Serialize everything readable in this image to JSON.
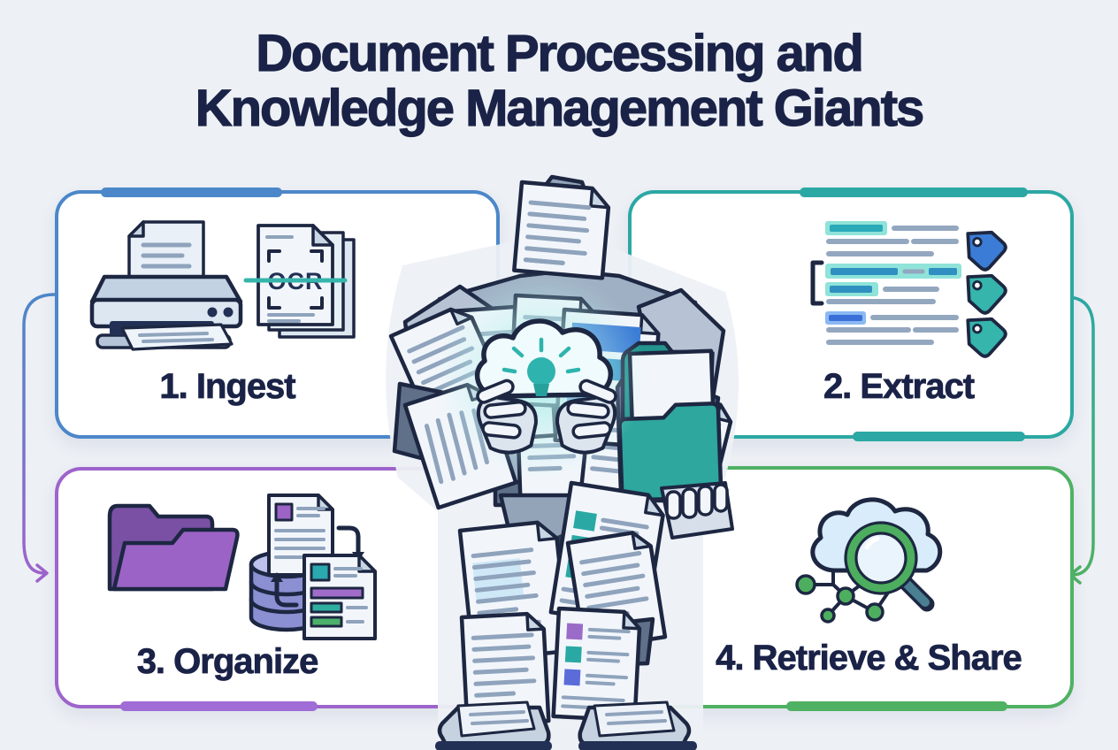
{
  "title": {
    "line1": "Document Processing and",
    "line2": "Knowledge Management Giants"
  },
  "panels": [
    {
      "label": "1. Ingest",
      "accent_color": "#4c87c9",
      "icons": [
        "printer-scanner-icon",
        "ocr-document-stack-icon"
      ],
      "ocr_text": "OCR"
    },
    {
      "label": "2. Extract",
      "accent_color": "#2ba8a3",
      "icons": [
        "highlighted-text-lines-icon",
        "tag-icon-blue",
        "tag-icon-teal",
        "tag-icon-teal"
      ]
    },
    {
      "label": "3. Organize",
      "accent_color": "#9d64cb",
      "icons": [
        "folder-icon",
        "database-icon",
        "document-sync-icon"
      ]
    },
    {
      "label": "4. Retrieve & Share",
      "accent_color": "#4fb163",
      "icons": [
        "cloud-icon",
        "magnifier-icon",
        "network-nodes-icon"
      ]
    }
  ],
  "connectors": [
    {
      "from": "1. Ingest",
      "to": "3. Organize",
      "colors": [
        "#4c87c9",
        "#9d64cb"
      ]
    },
    {
      "from": "2. Extract",
      "to": "4. Retrieve & Share",
      "colors": [
        "#2ba8a3",
        "#4fb163"
      ]
    }
  ],
  "central_figure": {
    "name": "document-paper-giant"
  },
  "colors": {
    "background": "#edf0f5",
    "title_text": "#1a2347",
    "outline_navy": "#1d2742",
    "teal_highlight": "#35b5ab",
    "blue_tag": "#3b7cd6",
    "purple_folder": "#9b63c6",
    "green_node": "#4cae5e"
  }
}
